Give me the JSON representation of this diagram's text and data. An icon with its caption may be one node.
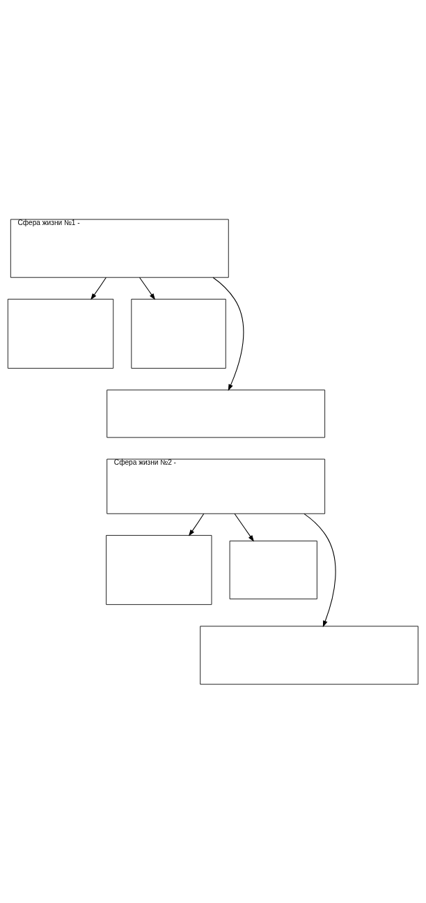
{
  "diagram": {
    "nodes": [
      {
        "text": [
          "Сфера жизни №1 -"
        ]
      },
      {
        "text": [],
        "shape": "box"
      },
      {
        "text": [],
        "shape": "box"
      },
      {
        "text": [],
        "shape": "box"
      },
      {
        "text": [
          "Сфера жизни №2 -"
        ]
      },
      {
        "text": [],
        "shape": "box"
      },
      {
        "text": [],
        "shape": "box"
      },
      {
        "text": [],
        "shape": "box"
      }
    ],
    "edges": [
      {
        "from": 0,
        "to": 1,
        "arrow": "to"
      },
      {
        "from": 0,
        "to": 3,
        "arrow": "to"
      },
      {
        "from": 0,
        "to": 2,
        "arrow": "to"
      },
      {
        "from": 4,
        "to": 5,
        "arrow": "to"
      },
      {
        "from": 4,
        "to": 7,
        "arrow": "to"
      },
      {
        "from": 4,
        "to": 6,
        "arrow": "to"
      }
    ]
  }
}
